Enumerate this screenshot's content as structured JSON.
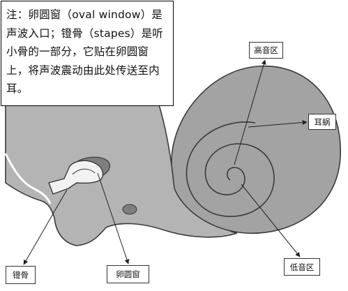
{
  "note": {
    "text": "注：卵圆窗（oval window）是声波入口；镫骨（stapes）是听小骨的一部分，它贴在卵圆窗上，将声波震动由此处传送至内耳。"
  },
  "labels": {
    "high_freq": "高音区",
    "cochlea": "耳蜗",
    "low_freq": "低音区",
    "stapes": "镫骨",
    "oval_window": "卵圆窗"
  },
  "colors": {
    "tissue": "#b4b4b4",
    "cochlea": "#a3a3a3",
    "dark_region": "#7e7e7e",
    "outline": "#3a3a3a",
    "bone": "#f2f2f2"
  }
}
